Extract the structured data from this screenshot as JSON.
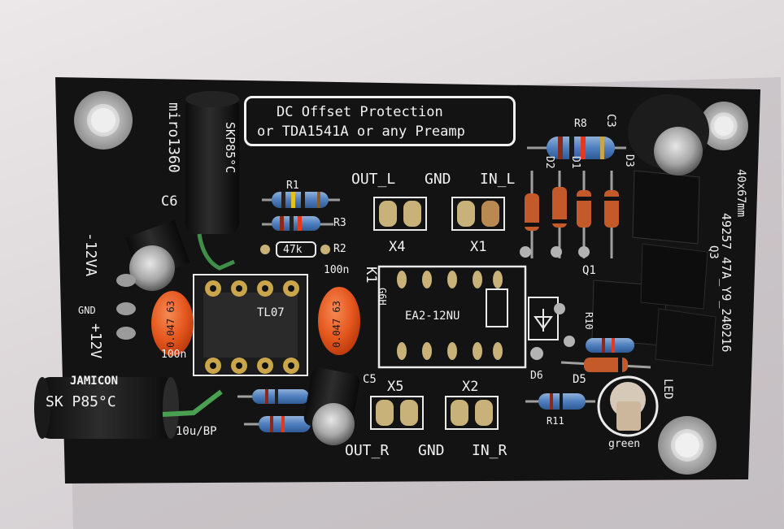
{
  "board": {
    "title_line1": "DC Offset Protection",
    "title_line2": "or TDA1541A or any Preamp",
    "author": "miro1360",
    "dimensions": "40x67mm",
    "board_id": "49257 47A_Y9_240216",
    "connectors": {
      "out_l": "OUT_L",
      "gnd_top": "GND",
      "in_l": "IN_L",
      "x4": "X4",
      "x1": "X1",
      "x5": "X5",
      "x2": "X2",
      "out_r": "OUT_R",
      "gnd_bottom": "GND",
      "in_r": "IN_R"
    },
    "power": {
      "neg": "-12VA",
      "gnd": "GND",
      "pos": "+12V"
    },
    "refs": {
      "r1": "R1",
      "r2": "R2",
      "r3": "R3",
      "r8": "R8",
      "r10": "R10",
      "r11": "R11",
      "c3": "C3",
      "c5": "C5",
      "c6": "C6",
      "k1": "K1",
      "d1": "D1",
      "d2": "D2",
      "d3": "D3",
      "d5": "D5",
      "d6": "D6",
      "q1": "Q1",
      "q3": "Q3",
      "led": "LED",
      "led_color": "green",
      "ic": "TL07",
      "g6h": "G6H",
      "r2_value": "47k",
      "cap_100n_a": "100n",
      "cap_100n_b": "100n",
      "cap_10u": "10u/BP",
      "relay": "EA2-12NU"
    },
    "components": {
      "cap_brand": "JAMICON",
      "cap_rating": "SKP85°C",
      "cap_rating_short": "SK P85°C",
      "film_cap_a": "0.047 63",
      "film_cap_b": "0.047 63"
    }
  },
  "colors": {
    "pcb": "#131313",
    "silkscreen": "#f2f2f2",
    "pad": "#c9b27a",
    "background": "#dcd7d9",
    "film_cap": "#e0521c",
    "electrolytic": "#1c1c1c"
  }
}
